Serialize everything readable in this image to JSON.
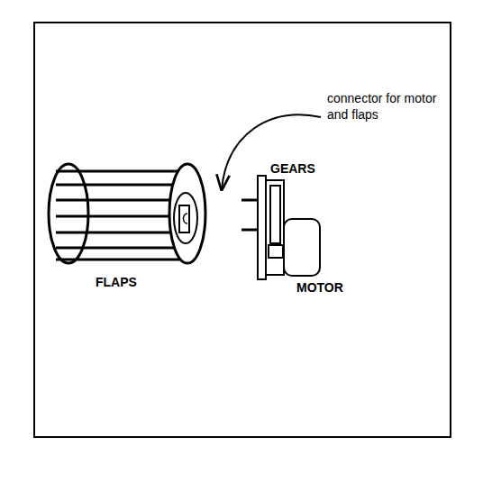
{
  "diagram": {
    "labels": [
      "connector for motor and flaps",
      "GEARS",
      "FLAPS",
      "MOTOR"
    ]
  }
}
